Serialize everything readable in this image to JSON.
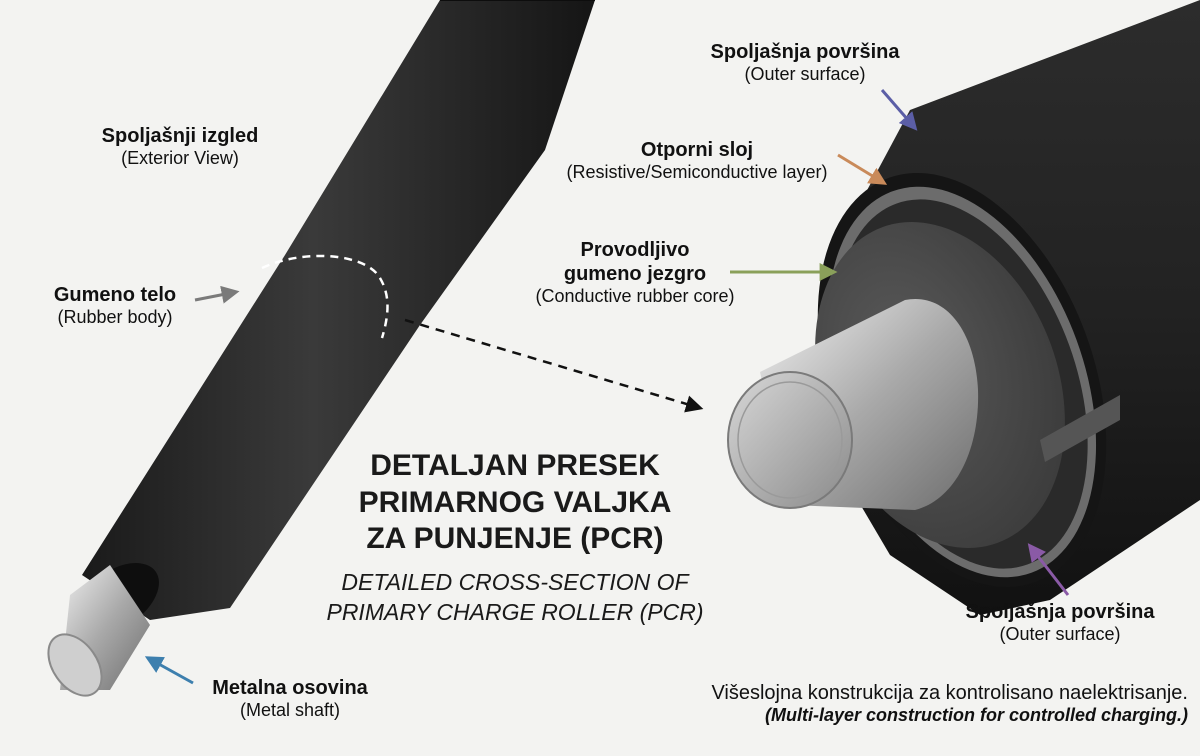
{
  "title": {
    "lines": [
      "DETALJAN PRESEK",
      "PRIMARNOG VALJKA",
      "ZA PUNJENJE (PCR)"
    ],
    "subtitle_lines": [
      "DETAILED CROSS-SECTION OF",
      "PRIMARY CHARGE ROLLER (PCR)"
    ]
  },
  "labels": {
    "exterior_view": {
      "primary": "Spoljašnji izgled",
      "secondary": "(Exterior View)"
    },
    "rubber_body": {
      "primary": "Gumeno telo",
      "secondary": "(Rubber body)"
    },
    "metal_shaft": {
      "primary": "Metalna osovina",
      "secondary": "(Metal shaft)"
    },
    "outer_surface_top": {
      "primary": "Spoljašnja površina",
      "secondary": "(Outer surface)"
    },
    "resistive_layer": {
      "primary": "Otporni sloj",
      "secondary": "(Resistive/Semiconductive layer)"
    },
    "conductive_core": {
      "primary_line1": "Provodljivo",
      "primary_line2": "gumeno jezgro",
      "secondary": "(Conductive rubber core)"
    },
    "outer_surface_bottom": {
      "primary": "Spoljašnja površina",
      "secondary": "(Outer surface)"
    }
  },
  "footer": {
    "line1": "Višeslojna konstrukcija za kontrolisano naelektrisanje.",
    "line2": "(Multi-layer construction for controlled charging.)"
  },
  "colors": {
    "background": "#f3f3f1",
    "arrow_outer_surface_top": "#5b5ea6",
    "arrow_resistive": "#c98a5a",
    "arrow_core": "#8aa05a",
    "arrow_outer_surface_bottom": "#8a5aa6",
    "arrow_shaft": "#3d7fae",
    "arrow_rubber": "#7a7a7a"
  }
}
